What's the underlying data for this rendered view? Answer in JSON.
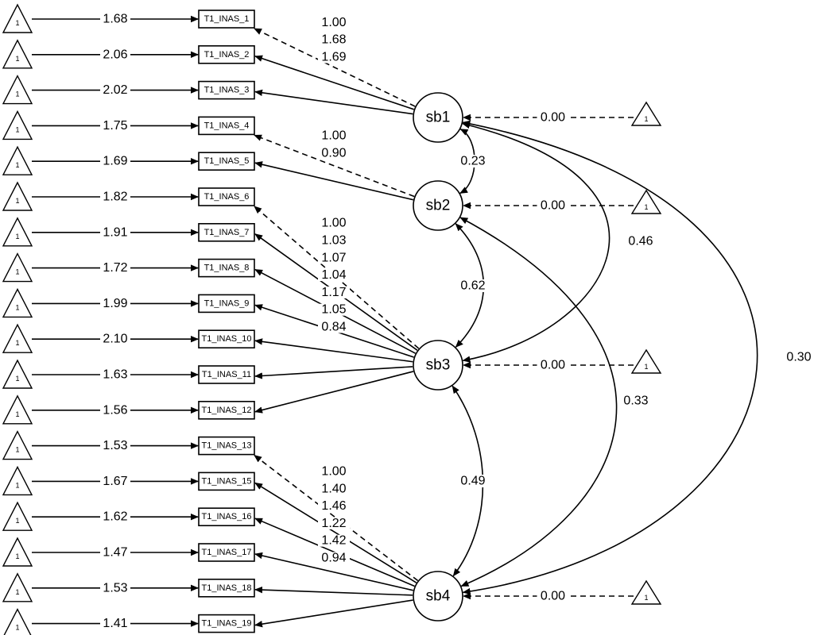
{
  "title": "",
  "indicators": [
    {
      "id": "T1_INAS_1",
      "intercept": "1.68"
    },
    {
      "id": "T1_INAS_2",
      "intercept": "2.06"
    },
    {
      "id": "T1_INAS_3",
      "intercept": "2.02"
    },
    {
      "id": "T1_INAS_4",
      "intercept": "1.75"
    },
    {
      "id": "T1_INAS_5",
      "intercept": "1.69"
    },
    {
      "id": "T1_INAS_6",
      "intercept": "1.82"
    },
    {
      "id": "T1_INAS_7",
      "intercept": "1.91"
    },
    {
      "id": "T1_INAS_8",
      "intercept": "1.72"
    },
    {
      "id": "T1_INAS_9",
      "intercept": "1.99"
    },
    {
      "id": "T1_INAS_10",
      "intercept": "2.10"
    },
    {
      "id": "T1_INAS_11",
      "intercept": "1.63"
    },
    {
      "id": "T1_INAS_12",
      "intercept": "1.56"
    },
    {
      "id": "T1_INAS_13",
      "intercept": "1.53"
    },
    {
      "id": "T1_INAS_15",
      "intercept": "1.67"
    },
    {
      "id": "T1_INAS_16",
      "intercept": "1.62"
    },
    {
      "id": "T1_INAS_17",
      "intercept": "1.47"
    },
    {
      "id": "T1_INAS_18",
      "intercept": "1.53"
    },
    {
      "id": "T1_INAS_19",
      "intercept": "1.41"
    }
  ],
  "factors": [
    {
      "id": "sb1",
      "mean": "0.00"
    },
    {
      "id": "sb2",
      "mean": "0.00"
    },
    {
      "id": "sb3",
      "mean": "0.00"
    },
    {
      "id": "sb4",
      "mean": "0.00"
    }
  ],
  "constant_label": "1",
  "loadings": [
    {
      "factor": "sb1",
      "indicator": "T1_INAS_1",
      "value": "1.00",
      "fixed": true
    },
    {
      "factor": "sb1",
      "indicator": "T1_INAS_2",
      "value": "1.68",
      "fixed": false
    },
    {
      "factor": "sb1",
      "indicator": "T1_INAS_3",
      "value": "1.69",
      "fixed": false
    },
    {
      "factor": "sb2",
      "indicator": "T1_INAS_4",
      "value": "1.00",
      "fixed": true
    },
    {
      "factor": "sb2",
      "indicator": "T1_INAS_5",
      "value": "0.90",
      "fixed": false
    },
    {
      "factor": "sb3",
      "indicator": "T1_INAS_6",
      "value": "1.00",
      "fixed": true
    },
    {
      "factor": "sb3",
      "indicator": "T1_INAS_7",
      "value": "1.03",
      "fixed": false
    },
    {
      "factor": "sb3",
      "indicator": "T1_INAS_8",
      "value": "1.07",
      "fixed": false
    },
    {
      "factor": "sb3",
      "indicator": "T1_INAS_9",
      "value": "1.04",
      "fixed": false
    },
    {
      "factor": "sb3",
      "indicator": "T1_INAS_10",
      "value": "1.17",
      "fixed": false
    },
    {
      "factor": "sb3",
      "indicator": "T1_INAS_11",
      "value": "1.05",
      "fixed": false
    },
    {
      "factor": "sb3",
      "indicator": "T1_INAS_12",
      "value": "0.84",
      "fixed": false
    },
    {
      "factor": "sb4",
      "indicator": "T1_INAS_13",
      "value": "1.00",
      "fixed": true
    },
    {
      "factor": "sb4",
      "indicator": "T1_INAS_15",
      "value": "1.40",
      "fixed": false
    },
    {
      "factor": "sb4",
      "indicator": "T1_INAS_16",
      "value": "1.46",
      "fixed": false
    },
    {
      "factor": "sb4",
      "indicator": "T1_INAS_17",
      "value": "1.22",
      "fixed": false
    },
    {
      "factor": "sb4",
      "indicator": "T1_INAS_18",
      "value": "1.42",
      "fixed": false
    },
    {
      "factor": "sb4",
      "indicator": "T1_INAS_19",
      "value": "0.94",
      "fixed": false
    }
  ],
  "covariances": [
    {
      "from": "sb1",
      "to": "sb2",
      "value": "0.23"
    },
    {
      "from": "sb2",
      "to": "sb3",
      "value": "0.62"
    },
    {
      "from": "sb3",
      "to": "sb4",
      "value": "0.49"
    },
    {
      "from": "sb1",
      "to": "sb3",
      "value": "0.46"
    },
    {
      "from": "sb2",
      "to": "sb4",
      "value": "0.33"
    },
    {
      "from": "sb1",
      "to": "sb4",
      "value": "0.30"
    }
  ],
  "colors": {
    "stroke": "#000000",
    "background": "#ffffff"
  }
}
